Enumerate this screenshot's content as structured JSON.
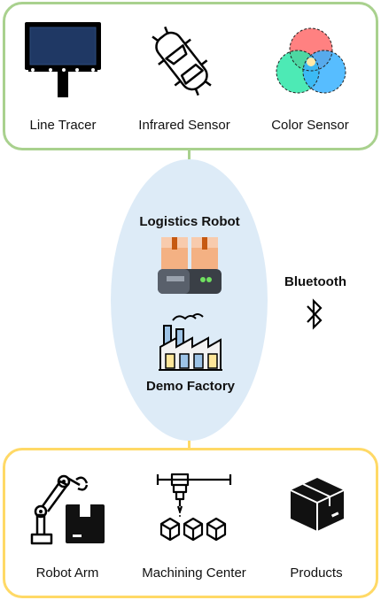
{
  "sensors": {
    "items": [
      {
        "label": "Line Tracer",
        "icon": "billboard-icon"
      },
      {
        "label": "Infrared Sensor",
        "icon": "infrared-car-icon"
      },
      {
        "label": "Color Sensor",
        "icon": "color-venn-icon"
      }
    ]
  },
  "center": {
    "robot_label": "Logistics Robot",
    "factory_label": "Demo Factory",
    "link_label": "Bluetooth",
    "robot_icon": "logistics-robot-icon",
    "factory_icon": "factory-icon",
    "link_icon": "bluetooth-icon"
  },
  "equipment": {
    "items": [
      {
        "label": "Robot Arm",
        "icon": "robot-arm-icon"
      },
      {
        "label": "Machining Center",
        "icon": "machining-center-icon"
      },
      {
        "label": "Products",
        "icon": "product-box-icon"
      }
    ]
  },
  "colors": {
    "top_border": "#a9d18e",
    "bottom_border": "#ffd966",
    "ellipse_fill": "#ddebf7"
  }
}
